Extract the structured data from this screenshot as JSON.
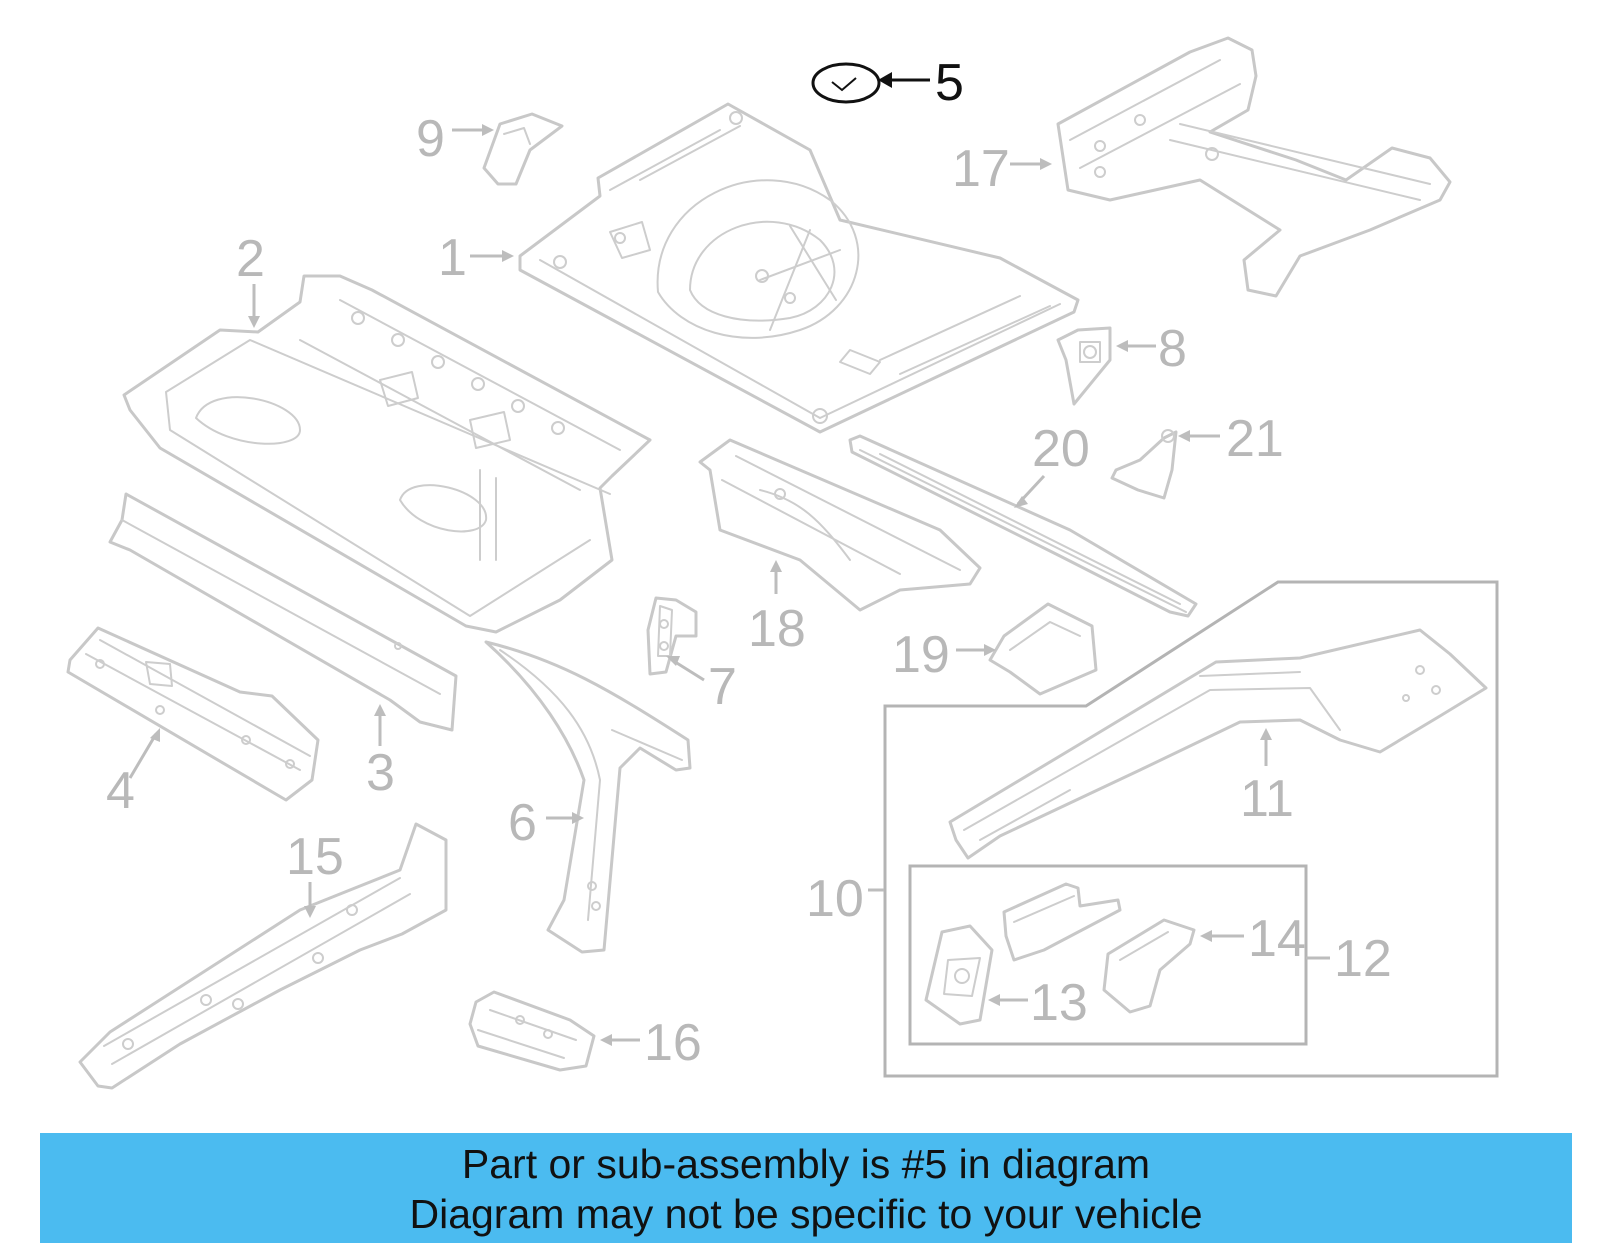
{
  "callouts": {
    "c1": "1",
    "c2": "2",
    "c3": "3",
    "c4": "4",
    "c5": "5",
    "c6": "6",
    "c7": "7",
    "c8": "8",
    "c9": "9",
    "c10": "10",
    "c11": "11",
    "c12": "12",
    "c13": "13",
    "c14": "14",
    "c15": "15",
    "c16": "16",
    "c17": "17",
    "c18": "18",
    "c19": "19",
    "c20": "20",
    "c21": "21"
  },
  "highlighted_part": "5",
  "colors": {
    "banner": "#4bbbf0",
    "parts": "#c8c8c8",
    "highlight": "#111111"
  },
  "banner": {
    "line1": "Part or sub-assembly is #5 in diagram",
    "line2": "Diagram may not be specific to your vehicle"
  }
}
